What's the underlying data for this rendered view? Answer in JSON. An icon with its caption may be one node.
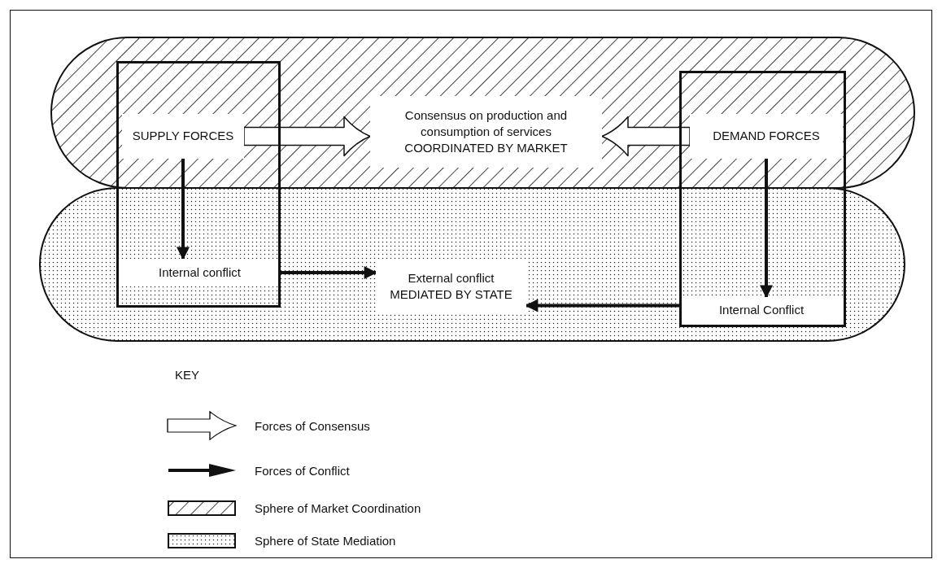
{
  "diagram": {
    "nodes": [
      {
        "text": [],
        "shape": "band"
      },
      {
        "text": [],
        "shape": "band"
      },
      {
        "text": [
          "SUPPLY FORCES"
        ],
        "in": 0
      },
      {
        "text": [
          "Internal conflict"
        ],
        "in": 1
      },
      {
        "text": [
          "Consensus on production and consumption of services",
          "COORDINATED BY MARKET"
        ],
        "in": 0
      },
      {
        "text": [
          "DEMAND FORCES"
        ],
        "in": 0
      },
      {
        "text": [
          "Internal Conflict"
        ],
        "in": 1
      },
      {
        "text": [
          "External conflict",
          "MEDIATED BY STATE"
        ],
        "in": 1
      }
    ],
    "edges": [
      {
        "from": 2,
        "to": 4,
        "arrow": "to",
        "style": "thick"
      },
      {
        "from": 5,
        "to": 4,
        "arrow": "to",
        "style": "thick"
      },
      {
        "from": 2,
        "to": 3,
        "arrow": "to"
      },
      {
        "from": 5,
        "to": 6,
        "arrow": "to"
      },
      {
        "from": 3,
        "to": 7,
        "arrow": "to"
      },
      {
        "from": 6,
        "to": 7,
        "arrow": "to"
      }
    ],
    "labels": [
      "KEY"
    ],
    "legend": [
      {
        "text": "Forces of Consensus"
      },
      {
        "text": "Forces of Conflict"
      },
      {
        "text": "Sphere of Market Coordination"
      },
      {
        "text": "Sphere of State Mediation"
      }
    ]
  }
}
